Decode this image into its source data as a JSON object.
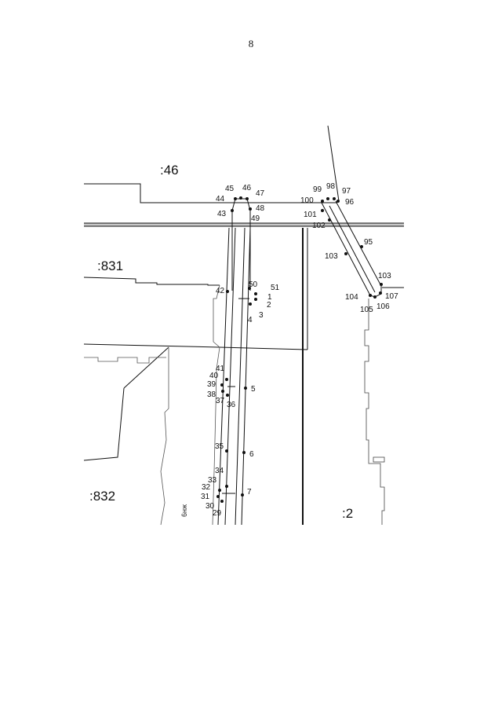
{
  "page_number": "8",
  "parcel_labels": [
    ":46",
    ":831",
    ":832",
    ":2"
  ],
  "street_label": "6нж",
  "point_numbers": [
    "1",
    "2",
    "3",
    "4",
    "5",
    "6",
    "7",
    "29",
    "30",
    "31",
    "32",
    "33",
    "34",
    "35",
    "36",
    "37",
    "38",
    "39",
    "40",
    "41",
    "42",
    "43",
    "44",
    "45",
    "46",
    "47",
    "48",
    "49",
    "50",
    "51",
    "95",
    "96",
    "97",
    "98",
    "99",
    "100",
    "101",
    "102",
    "103",
    "103",
    "104",
    "105",
    "106",
    "107"
  ],
  "colors": {
    "line": "#111111",
    "hatch": "#8a8a8a"
  }
}
